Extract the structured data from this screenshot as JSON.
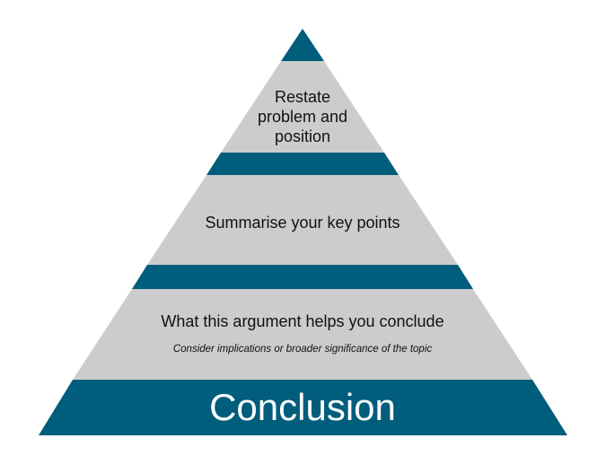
{
  "diagram": {
    "colors": {
      "band": "#005d7c",
      "tier": "#cccccc",
      "base_text": "#ffffff",
      "tier_text": "#111111"
    },
    "tiers": {
      "top": "Restate\nproblem and\nposition",
      "middle": "Summarise your key points",
      "bottom_heading": "What this argument helps you conclude",
      "bottom_subtext": "Consider implications or broader significance of the topic"
    },
    "base": "Conclusion"
  }
}
